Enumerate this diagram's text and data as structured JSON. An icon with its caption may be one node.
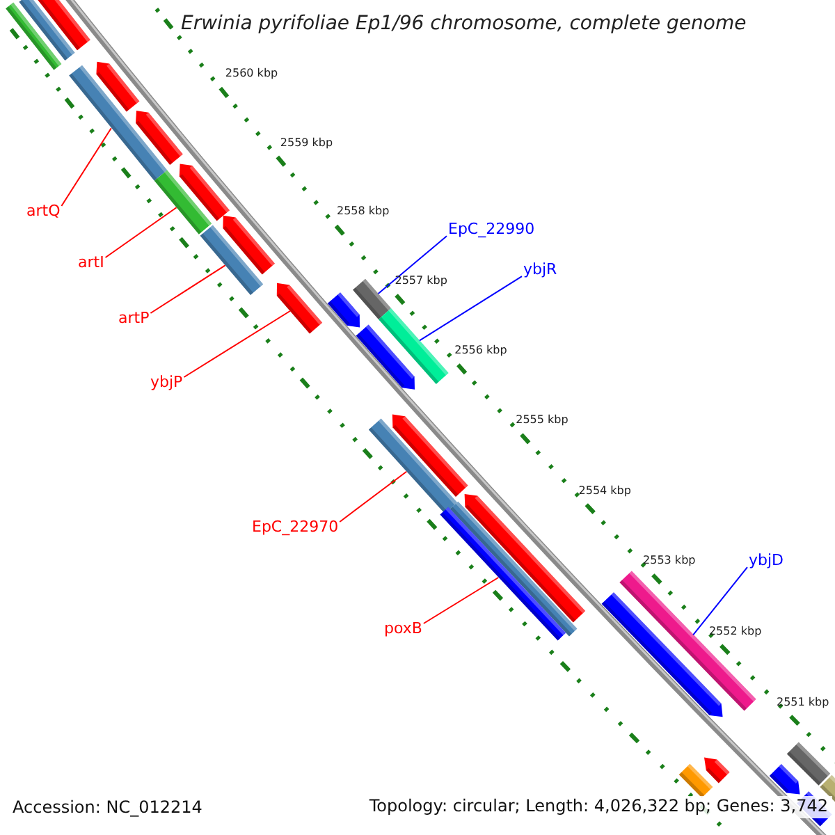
{
  "diagram": {
    "title": "Erwinia pyrifoliae Ep1/96 chromosome, complete genome",
    "nodes": [
      {
        "text": [
          "artQ"
        ]
      },
      {
        "text": [
          "EpC_22990"
        ]
      },
      {
        "text": [
          "artI"
        ]
      },
      {
        "text": [
          "ybjR"
        ]
      },
      {
        "text": [
          "artP"
        ]
      },
      {
        "text": [
          "ybjP"
        ]
      },
      {
        "text": [
          "EpC_22970"
        ]
      },
      {
        "text": [
          "ybjD"
        ]
      },
      {
        "text": [
          "poxB"
        ]
      },
      {
        "text": [],
        "shape": "bar"
      },
      {
        "text": [],
        "shape": "bar"
      },
      {
        "text": [],
        "shape": "bar"
      },
      {
        "text": [],
        "shape": "bar"
      },
      {
        "text": [],
        "shape": "bar"
      },
      {
        "text": [],
        "shape": "bar"
      },
      {
        "text": [],
        "shape": "bar"
      },
      {
        "text": [],
        "shape": "bar"
      },
      {
        "text": [],
        "shape": "bar"
      },
      {
        "text": [],
        "shape": "bar"
      },
      {
        "text": [],
        "shape": "bar"
      },
      {
        "text": [],
        "shape": "bar"
      },
      {
        "text": [],
        "shape": "bar"
      },
      {
        "text": [],
        "shape": "bar"
      },
      {
        "text": [],
        "shape": "bar"
      },
      {
        "text": [],
        "shape": "bar"
      },
      {
        "text": [],
        "shape": "bar"
      },
      {
        "text": [],
        "shape": "bar"
      },
      {
        "text": [],
        "shape": "bar"
      },
      {
        "text": [],
        "shape": "bar"
      },
      {
        "text": [],
        "shape": "bar"
      },
      {
        "text": [],
        "shape": "bar"
      },
      {
        "text": [],
        "shape": "bar"
      },
      {
        "text": [],
        "shape": "bar"
      },
      {
        "text": [],
        "shape": "bar"
      },
      {
        "text": [],
        "shape": "bar"
      },
      {
        "text": [],
        "shape": "bar"
      },
      {
        "text": [],
        "shape": "bar"
      }
    ],
    "edges": [
      {
        "from": 0,
        "to": 13,
        "arrow": "none"
      },
      {
        "from": 1,
        "to": 20,
        "arrow": "none",
        "color": "#0000ff"
      },
      {
        "from": 2,
        "to": 16,
        "arrow": "none"
      },
      {
        "from": 3,
        "to": 22,
        "arrow": "none",
        "color": "#0000ff"
      },
      {
        "from": 4,
        "to": 18,
        "arrow": "none"
      },
      {
        "from": 5,
        "to": 19,
        "arrow": "none"
      },
      {
        "from": 6,
        "to": 25,
        "arrow": "none"
      },
      {
        "from": 7,
        "to": 29,
        "arrow": "none",
        "color": "#0000ff"
      },
      {
        "from": 8,
        "to": 28,
        "arrow": "none"
      }
    ],
    "labels": [
      "2560 kbp",
      "2559 kbp",
      "2558 kbp",
      "2557 kbp",
      "2556 kbp",
      "2555 kbp",
      "2554 kbp",
      "2553 kbp",
      "2552 kbp",
      "2551 kbp",
      "Accession: NC_012214",
      "Topology: circular; Length: 4,026,322 bp; Genes: 3,742"
    ]
  }
}
